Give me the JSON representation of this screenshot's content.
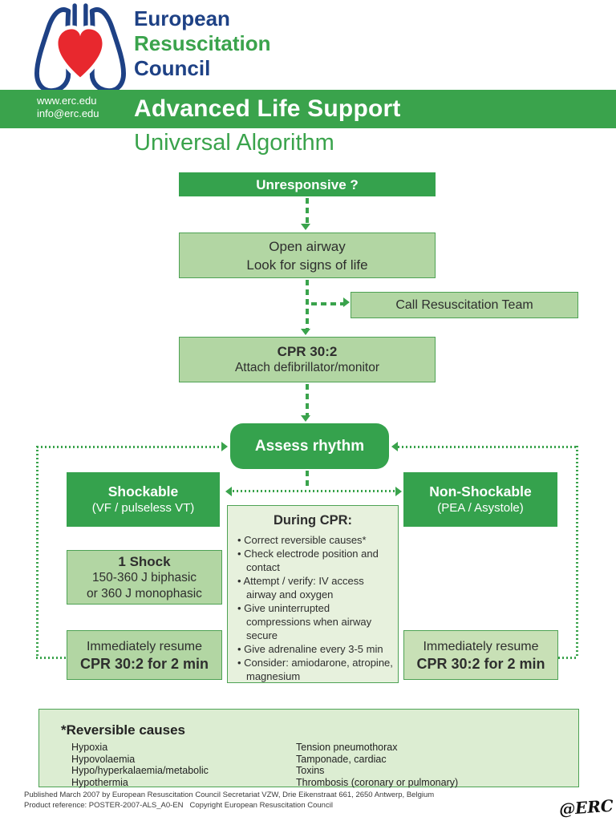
{
  "colors": {
    "brand_green": "#3aa34c",
    "dark_box_green": "#35a24d",
    "light_box_green": "#b2d6a3",
    "lighter_box_green": "#c8e0b6",
    "panel_green": "#e7f1dd",
    "causes_green": "#dcedd2",
    "border_green": "#4ea254",
    "navy": "#1e4185",
    "heart_red": "#e8282e"
  },
  "header": {
    "org_line1": "European",
    "org_line2": "Resuscitation",
    "org_line3": "Council",
    "url1": "www.erc.edu",
    "url2": "info@erc.edu",
    "title": "Advanced Life Support",
    "subtitle": "Universal Algorithm"
  },
  "flowchart": {
    "unresponsive": "Unresponsive ?",
    "open_airway_line1": "Open airway",
    "open_airway_line2": "Look for signs of life",
    "call_team": "Call Resuscitation Team",
    "cpr_title": "CPR 30:2",
    "cpr_subtitle": "Attach defibrillator/monitor",
    "assess": "Assess rhythm",
    "shockable_title": "Shockable",
    "shockable_subtitle": "(VF / pulseless VT)",
    "nonshockable_title": "Non-Shockable",
    "nonshockable_subtitle": "(PEA / Asystole)",
    "one_shock_title": "1 Shock",
    "one_shock_line1": "150-360 J biphasic",
    "one_shock_line2": "or 360 J monophasic",
    "resume_line1": "Immediately resume",
    "resume_line2": "CPR 30:2 for 2 min",
    "during_cpr_title": "During CPR:",
    "during_cpr_bullets": [
      "Correct reversible causes*",
      "Check electrode position and contact",
      "Attempt / verify: IV access airway and oxygen",
      "Give uninterrupted compressions when airway secure",
      "Give adrenaline every 3-5 min",
      "Consider: amiodarone, atropine, magnesium"
    ]
  },
  "reversible_causes": {
    "title": "*Reversible causes",
    "left_column": [
      "Hypoxia",
      "Hypovolaemia",
      "Hypo/hyperkalaemia/metabolic",
      "Hypothermia"
    ],
    "right_column": [
      "Tension pneumothorax",
      "Tamponade, cardiac",
      "Toxins",
      "Thrombosis (coronary or pulmonary)"
    ]
  },
  "footer": {
    "line1": "Published March 2007 by European Resuscitation Council Secretariat VZW, Drie Eikenstraat 661, 2650 Antwerp, Belgium",
    "line2": "Product reference: POSTER-2007-ALS_A0-EN   Copyright European Resuscitation Council",
    "signature": "@ERC"
  }
}
